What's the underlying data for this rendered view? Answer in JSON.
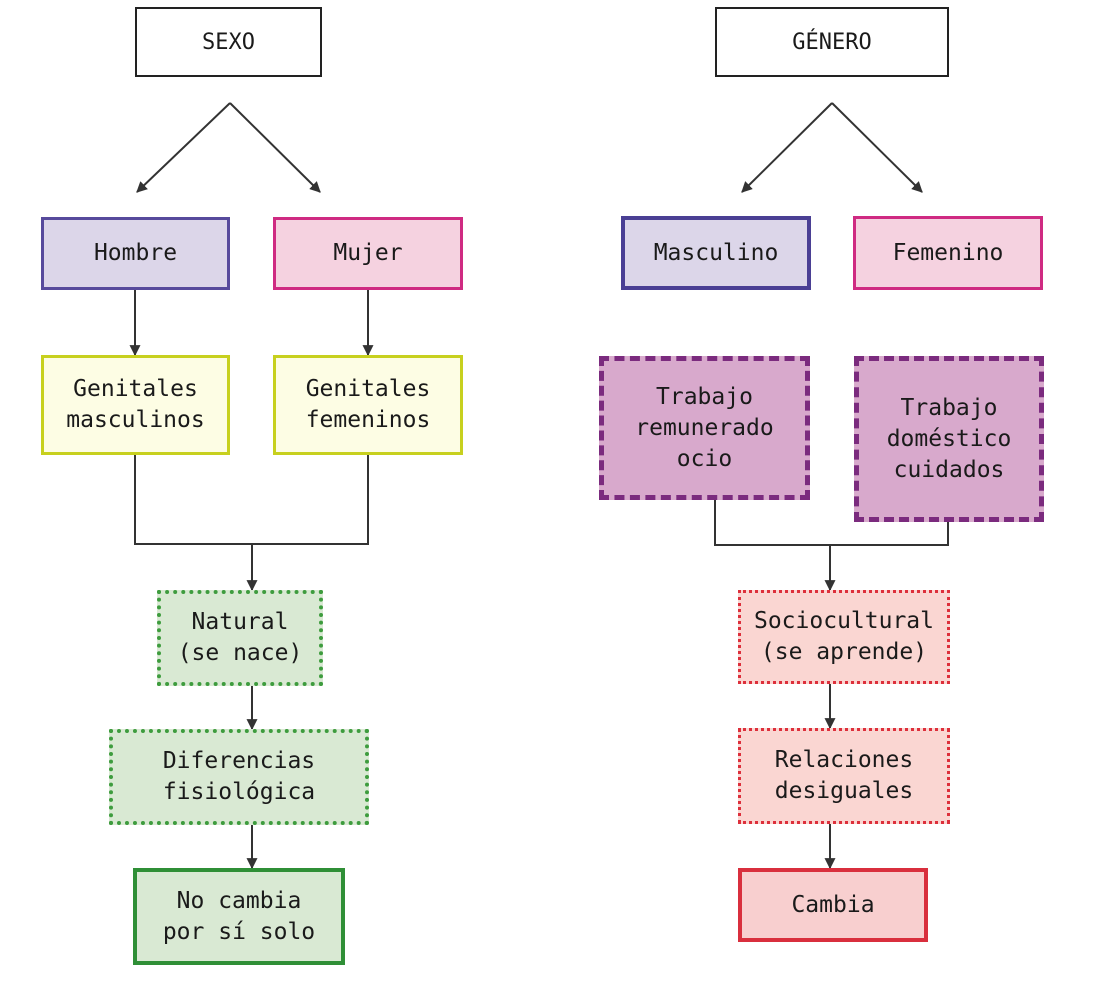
{
  "colors": {
    "line": "#333333",
    "male": "#574a9c",
    "female": "#cf2a82",
    "genital": "#c7d01e",
    "natural": "#3e9c3e",
    "work": "#7b2b7e",
    "social": "#dd2f3b"
  },
  "sexo": {
    "title": "SEXO",
    "hombre": "Hombre",
    "mujer": "Mujer",
    "genitales_masculinos": "Genitales\nmasculinos",
    "genitales_femeninos": "Genitales\nfemeninos",
    "natural": "Natural\n(se nace)",
    "diferencias": "Diferencias\nfisiológica",
    "no_cambia": "No cambia\npor sí solo"
  },
  "genero": {
    "title": "GÉNERO",
    "masculino": "Masculino",
    "femenino": "Femenino",
    "trabajo_remunerado": "Trabajo\nremunerado\nocio",
    "trabajo_domestico": "Trabajo\ndoméstico\ncuidados",
    "sociocultural": "Sociocultural\n(se aprende)",
    "relaciones": "Relaciones\ndesiguales",
    "cambia": "Cambia"
  }
}
